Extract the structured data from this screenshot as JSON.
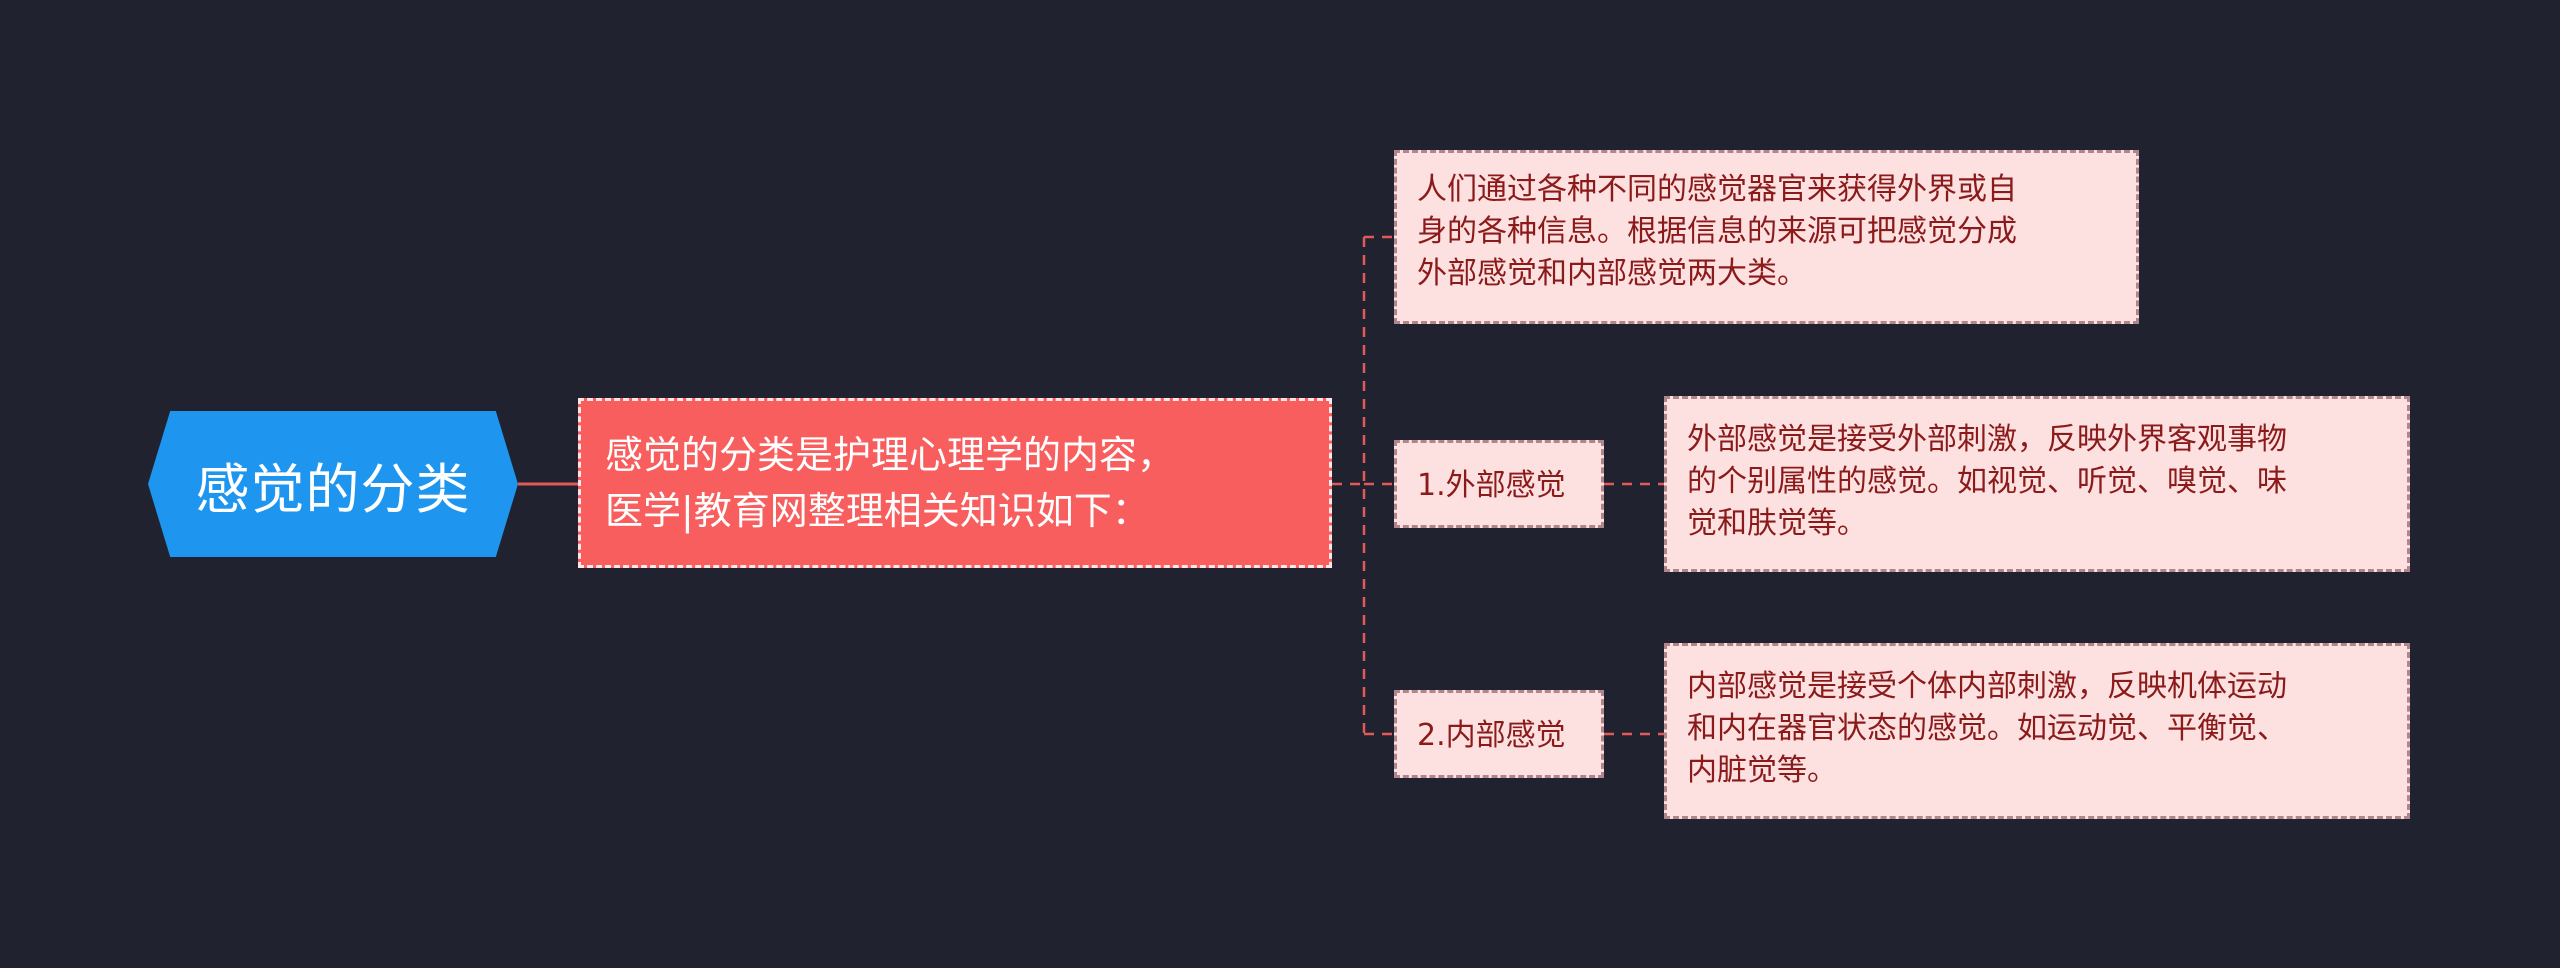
{
  "diagram": {
    "type": "mind-map",
    "root": {
      "label": "感觉的分类"
    },
    "center": {
      "lines": [
        "感觉的分类是护理心理学的内容，",
        "医学|教育网整理相关知识如下："
      ]
    },
    "intro": {
      "lines": [
        "人们通过各种不同的感觉器官来获得外界或自",
        "身的各种信息。根据信息的来源可把感觉分成",
        "外部感觉和内部感觉两大类。"
      ]
    },
    "external": {
      "label": "1.外部感觉",
      "desc_lines": [
        "外部感觉是接受外部刺激，反映外界客观事物",
        "的个别属性的感觉。如视觉、听觉、嗅觉、味",
        "觉和肤觉等。"
      ]
    },
    "internal": {
      "label": "2.内部感觉",
      "desc_lines": [
        "内部感觉是接受个体内部刺激，反映机体运动",
        "和内在器官状态的感觉。如运动觉、平衡觉、",
        "内脏觉等。"
      ]
    }
  },
  "colors": {
    "background": "#20232f",
    "root_fill": "#1e96f0",
    "center_fill": "#f85e5e",
    "leaf_fill": "#fde0e0",
    "leaf_text": "#8b1a1a",
    "connector": "#e05a5a"
  }
}
